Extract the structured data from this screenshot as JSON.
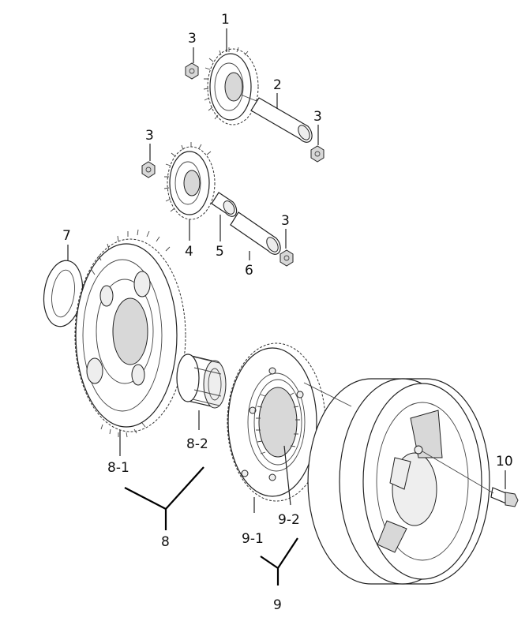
{
  "callouts": {
    "c1": "1",
    "c2": "2",
    "c3a": "3",
    "c3b": "3",
    "c3c": "3",
    "c3d": "3",
    "c4": "4",
    "c5": "5",
    "c6": "6",
    "c7": "7",
    "c8_1": "8-1",
    "c8_2": "8-2",
    "c8": "8",
    "c9_1": "9-1",
    "c9_2": "9-2",
    "c9": "9",
    "c10": "10"
  }
}
